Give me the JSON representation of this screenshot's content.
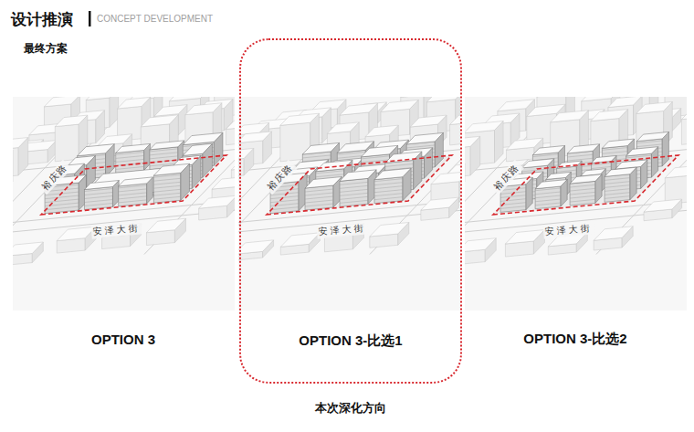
{
  "diagram": {
    "title": "设计推演",
    "nodes": [
      {
        "text": [
          "OPTION 3-比选1",
          "本次深化方向"
        ]
      }
    ],
    "labels": [
      "CONCEPT DEVELOPMENT",
      "最终方案",
      "裕庆路",
      "安泽大街",
      "OPTION 3",
      "裕庆路",
      "安泽大街",
      "裕庆路",
      "安泽大街",
      "OPTION 3-比选2"
    ]
  }
}
